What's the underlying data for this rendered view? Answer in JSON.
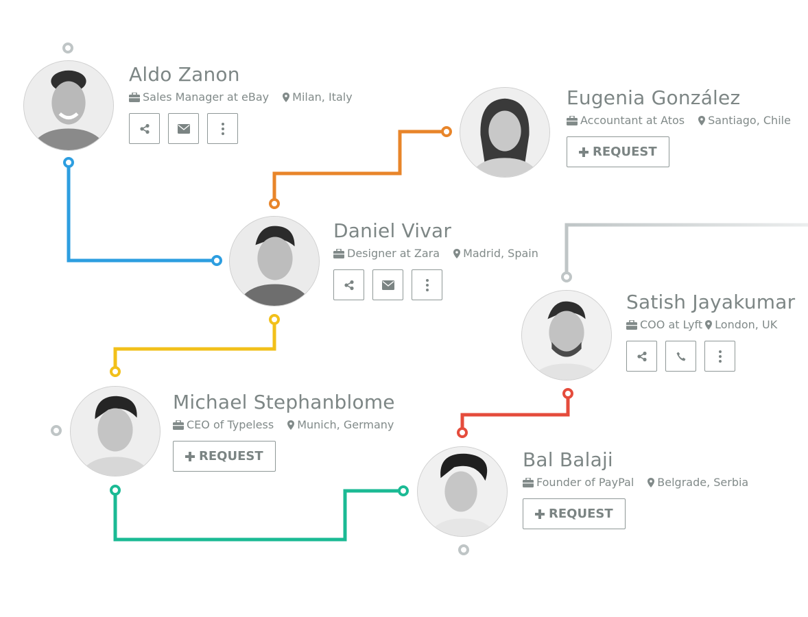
{
  "colors": {
    "blue": "#2d9ee0",
    "orange": "#e8852a",
    "yellow": "#f2c01a",
    "teal": "#1bba94",
    "red": "#e54c3c",
    "gray": "#bfc5c6",
    "text": "#7d8685"
  },
  "people": {
    "aldo": {
      "name": "Aldo Zanon",
      "role": "Sales Manager at eBay",
      "location": "Milan, Italy",
      "actions": [
        "share-icon",
        "envelope-icon",
        "more-icon"
      ]
    },
    "eugenia": {
      "name": "Eugenia González",
      "role": "Accountant at Atos",
      "location": "Santiago, Chile",
      "request_label": "REQUEST"
    },
    "daniel": {
      "name": "Daniel Vivar",
      "role": "Designer at Zara",
      "location": "Madrid, Spain",
      "actions": [
        "share-icon",
        "envelope-icon",
        "more-icon"
      ]
    },
    "satish": {
      "name": "Satish Jayakumar",
      "role": "COO at Lyft",
      "location": "London, UK",
      "actions": [
        "share-icon",
        "phone-icon",
        "more-icon"
      ]
    },
    "michael": {
      "name": "Michael Stephanblome",
      "role": "CEO of Typeless",
      "location": "Munich, Germany",
      "request_label": "REQUEST"
    },
    "bal": {
      "name": "Bal Balaji",
      "role": "Founder of PayPal",
      "location": "Belgrade, Serbia",
      "request_label": "REQUEST"
    }
  }
}
